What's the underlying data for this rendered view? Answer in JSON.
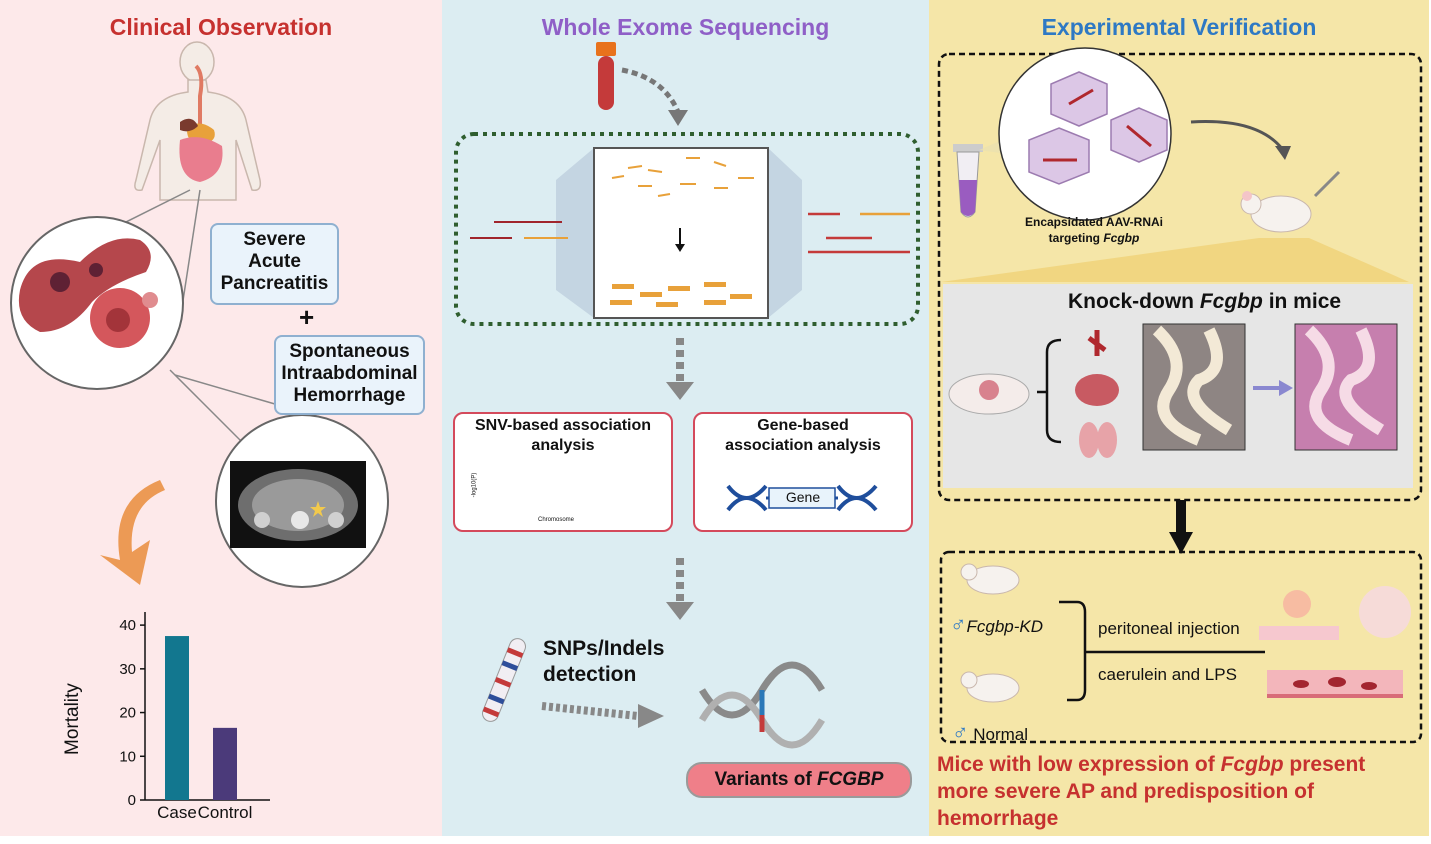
{
  "panels": {
    "clinical": {
      "title": "Clinical Observation",
      "title_color": "#c6312f",
      "box_sap": "Severe\nAcute\nPancreatitis",
      "plus": "+",
      "box_sih": "Spontaneous\nIntraabdominal\nHemorrhage"
    },
    "wes": {
      "title": "Whole Exome Sequencing",
      "title_color": "#8f5fc7",
      "snv_box": "SNV-based association\nanalysis",
      "gene_box": "Gene-based\nassociation analysis",
      "gene_label": "Gene",
      "manhattan_ylabel": "-log10(P)",
      "manhattan_xlabel": "Chromosome",
      "snps_label": "SNPs/Indels\ndetection",
      "variants_prefix": "Variants of",
      "variants_gene": "FCGBP"
    },
    "exp": {
      "title": "Experimental Verification",
      "title_color": "#2e79c4",
      "aav_label_line1": "Encapsidated AAV-RNAi",
      "aav_label_line2_prefix": "targeting",
      "aav_label_gene": "Fcgbp",
      "kd_prefix": "Knock-down",
      "kd_gene": "Fcgbp",
      "kd_suffix": "in mice",
      "group_kd": "Fcgbp-KD",
      "group_normal": "Normal",
      "male_symbol": "♂",
      "injection": "peritoneal injection",
      "treatment": "caerulein and LPS",
      "conclusion_part1": "Mice with low expression of",
      "conclusion_gene": "Fcgbp",
      "conclusion_part2": "present more severe AP and predisposition of hemorrhage",
      "conclusion_color": "#c6312f"
    }
  },
  "chart_data": {
    "type": "bar",
    "categories": [
      "Case",
      "Control"
    ],
    "values": [
      37.5,
      16.5
    ],
    "colors": [
      "#12778f",
      "#4b3a7a"
    ],
    "ylabel": "Mortality",
    "xlabel": "",
    "ylim": [
      0,
      43
    ],
    "yticks": [
      0,
      10,
      20,
      30,
      40
    ]
  }
}
